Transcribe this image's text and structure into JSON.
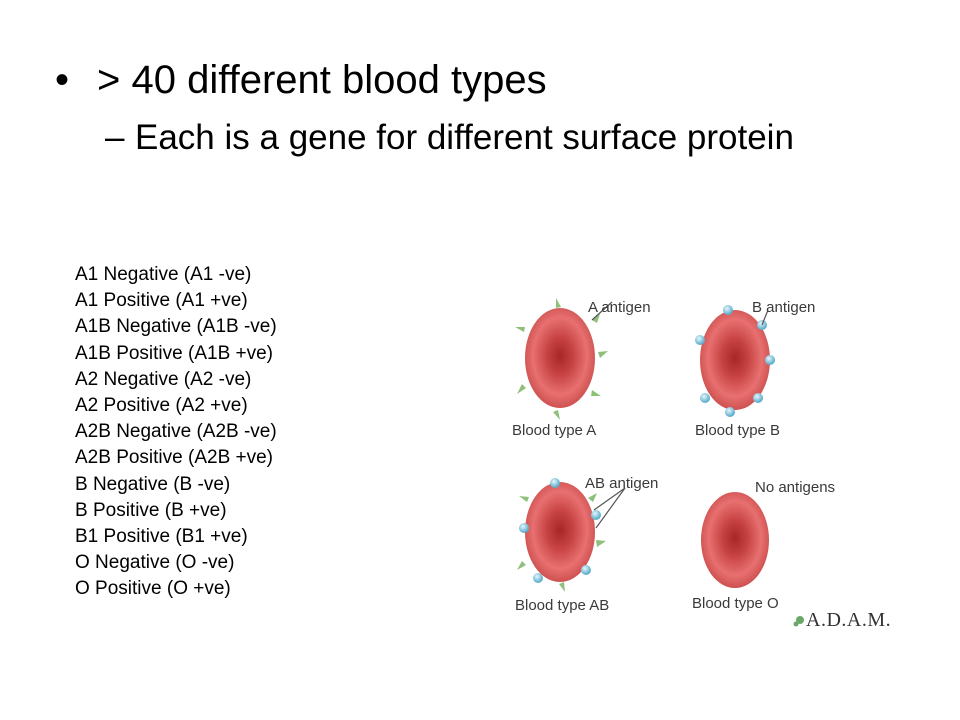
{
  "slide": {
    "bullet": "> 40 different blood types",
    "sub_bullet": "Each is a gene for different surface protein"
  },
  "blood_types": [
    "A1 Negative (A1 -ve)",
    "A1 Positive (A1 +ve)",
    "A1B Negative (A1B -ve)",
    "A1B Positive (A1B +ve)",
    "A2 Negative (A2 -ve)",
    "A2 Positive (A2 +ve)",
    "A2B Negative (A2B -ve)",
    "A2B Positive (A2B +ve)",
    "B Negative (B -ve)",
    "B Positive (B +ve)",
    "B1 Positive (B1 +ve)",
    "O Negative (O -ve)",
    "O Positive (O +ve)"
  ],
  "diagram": {
    "cells": [
      {
        "antigen_label": "A antigen",
        "type_label": "Blood type A"
      },
      {
        "antigen_label": "B antigen",
        "type_label": "Blood type B"
      },
      {
        "antigen_label": "AB antigen",
        "type_label": "Blood type AB"
      },
      {
        "antigen_label": "No antigens",
        "type_label": "Blood type O"
      }
    ],
    "logo": "A.D.A.M."
  },
  "colors": {
    "cell_rim": "#e06060",
    "cell_center": "#b73232",
    "antigen_a": "#8fc07a",
    "antigen_b": "#7ec4dc"
  }
}
